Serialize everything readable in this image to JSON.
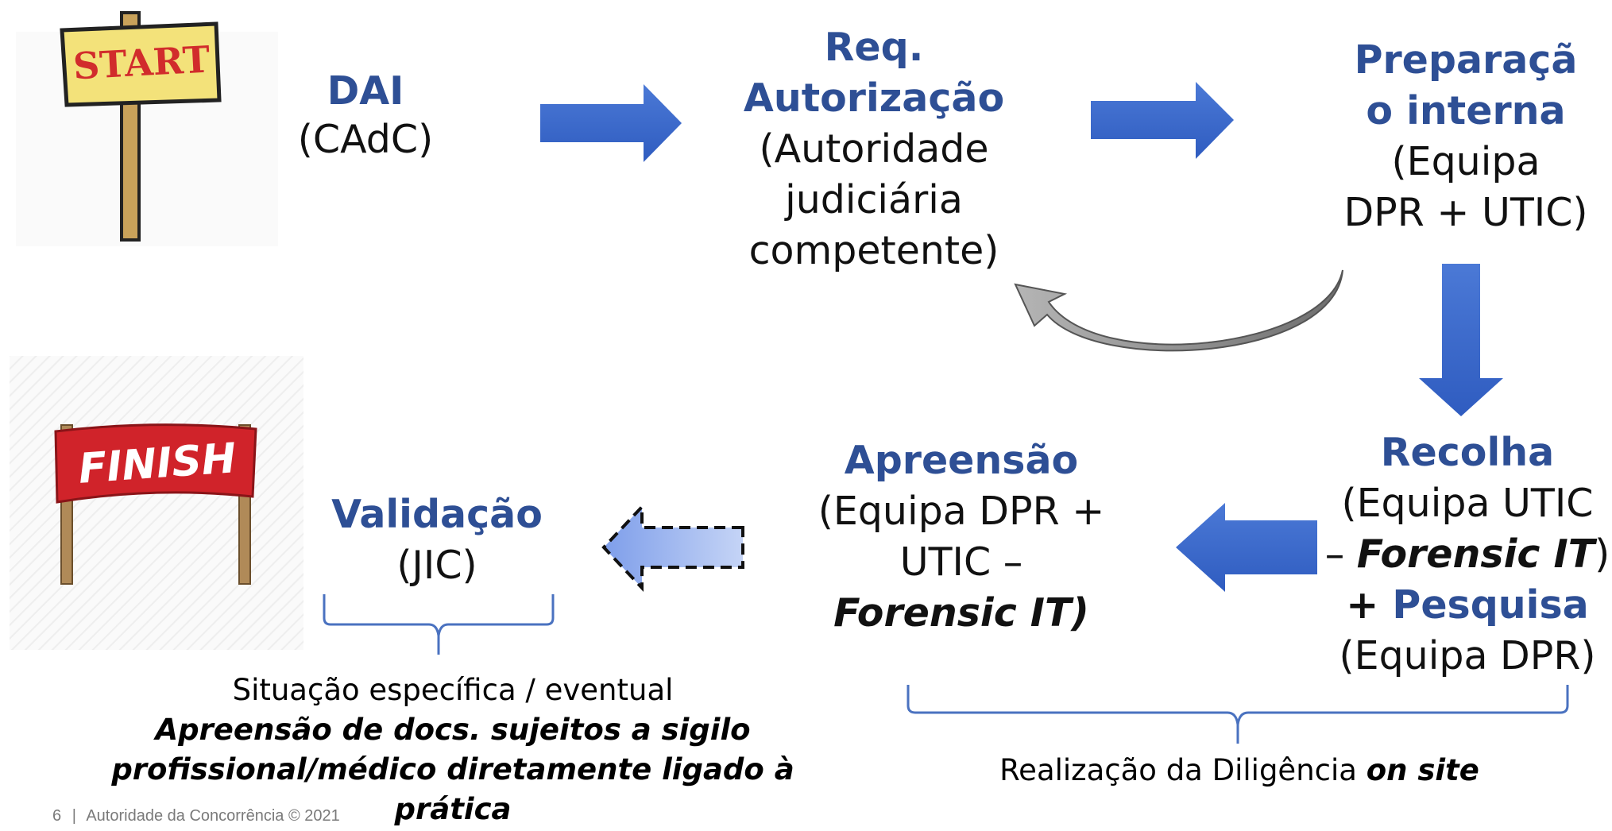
{
  "nodes": {
    "dai": {
      "title": "DAI",
      "sub": "(CAdC)"
    },
    "req": {
      "title_1": "Req.",
      "title_2": "Autorização",
      "sub_1": "(Autoridade",
      "sub_2": "judiciária",
      "sub_3": "competente)"
    },
    "prep": {
      "title_1": "Preparaçã",
      "title_2": "o interna",
      "sub_1": "(Equipa",
      "sub_2": "DPR + UTIC)"
    },
    "recolha": {
      "title": "Recolha",
      "sub_1": "(Equipa UTIC",
      "sub_2_pre": "– ",
      "sub_2_em": "Forensic IT",
      "sub_2_post": ")",
      "plus": "+ ",
      "pesquisa": "Pesquisa",
      "sub_3": "(Equipa DPR)"
    },
    "apreensao": {
      "title": "Apreensão",
      "sub_1": "(Equipa DPR +",
      "sub_2": "UTIC –",
      "sub_3": "Forensic IT)"
    },
    "validacao": {
      "title": "Validação",
      "sub": "(JIC)"
    }
  },
  "notes": {
    "left": {
      "line_1": "Situação específica / eventual",
      "line_2": "Apreensão de docs. sujeitos a sigilo",
      "line_3": "profissional/médico diretamente ligado à",
      "line_4": "prática"
    },
    "right": {
      "text": "Realização da Diligência ",
      "em": "on site"
    }
  },
  "images": {
    "start_sign": "START",
    "finish_banner": "FINISH"
  },
  "footer": {
    "page": "6",
    "separator": "|",
    "text": "Autoridade da Concorrência © 2021"
  },
  "colors": {
    "title_blue": "#2E4F95",
    "arrow_blue": "#3C6ACB",
    "arrow_light": "#9EB7EE",
    "curve_gray": "#8C8C8C",
    "brace_blue": "#4A72C0"
  }
}
